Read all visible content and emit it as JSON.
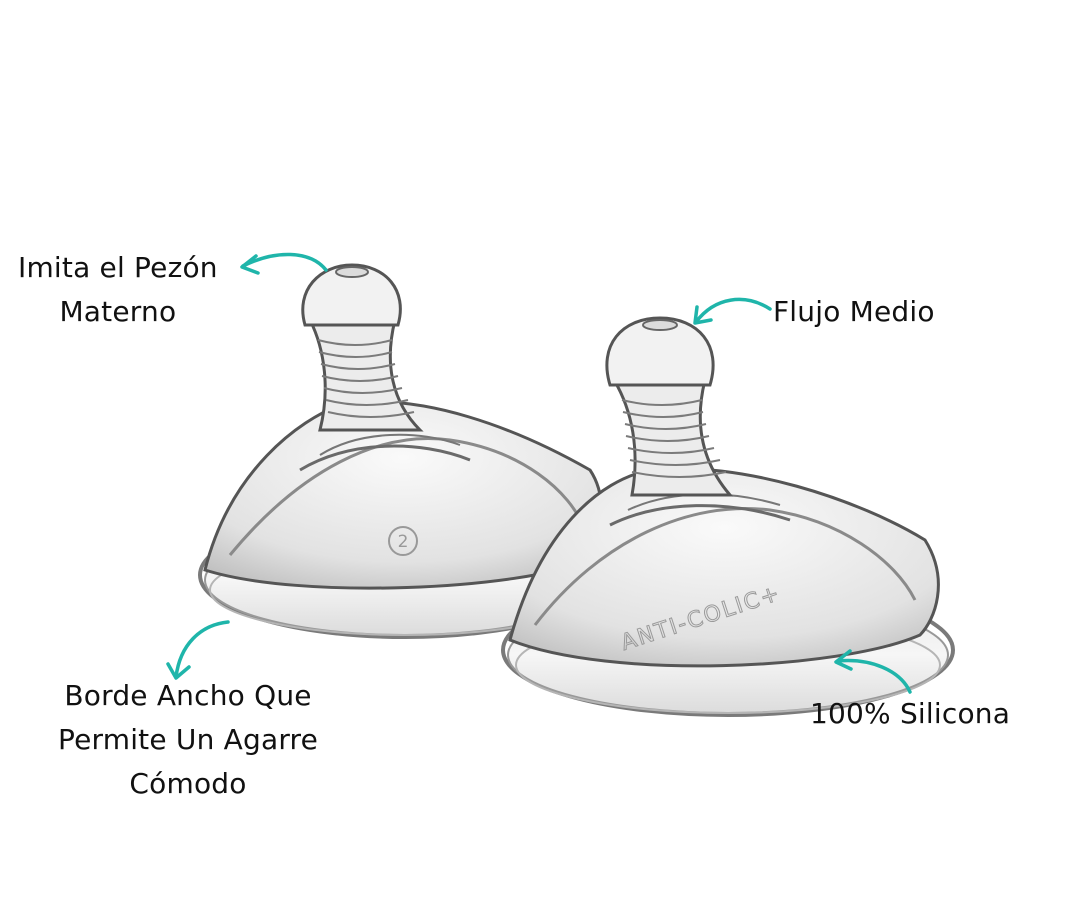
{
  "annotations": {
    "tip": {
      "line1": "Imita el Pezón",
      "line2": "Materno"
    },
    "flow": {
      "text": "Flujo Medio"
    },
    "rim": {
      "line1": "Borde Ancho Que",
      "line2": "Permite Un Agarre",
      "line3": "Cómodo"
    },
    "material": {
      "text": "100% Silicona"
    }
  },
  "product": {
    "left_nipple_marking": "2",
    "right_nipple_marking": "ANTI-COLIC+"
  },
  "colors": {
    "arrow": "#1fb5aa",
    "text": "#111111",
    "background": "#ffffff"
  }
}
